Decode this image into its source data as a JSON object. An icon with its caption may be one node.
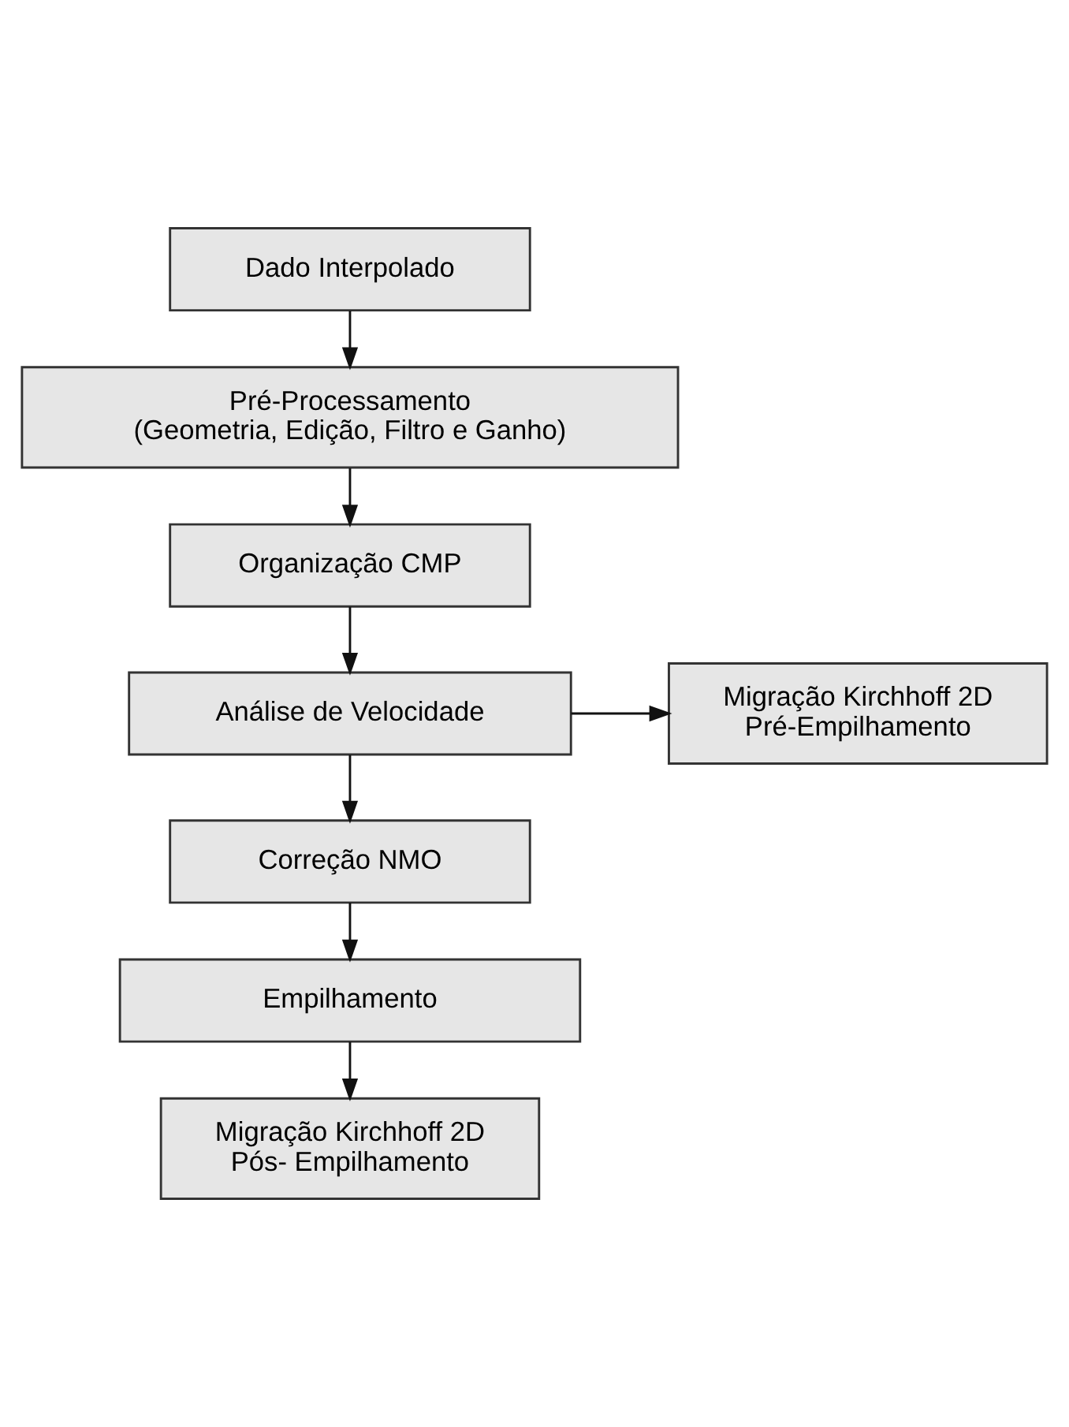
{
  "diagram": {
    "nodes": [
      {
        "text": [
          "Dado Interpolado"
        ]
      },
      {
        "text": [
          "Pré-Processamento (Geometria, Edição, Filtro e Ganho)"
        ]
      },
      {
        "text": [
          "Organização CMP"
        ]
      },
      {
        "text": [
          "Análise de Velocidade"
        ]
      },
      {
        "text": [
          "Migração Kirchhoff 2D Pré-Empilhamento"
        ]
      },
      {
        "text": [
          "Correção NMO"
        ]
      },
      {
        "text": [
          "Empilhamento"
        ]
      },
      {
        "text": [
          "Migração Kirchhoff 2D Pós- Empilhamento"
        ]
      }
    ],
    "edges": [
      {
        "from": 0,
        "to": 1,
        "arrow": "to"
      },
      {
        "from": 1,
        "to": 2,
        "arrow": "to"
      },
      {
        "from": 2,
        "to": 3,
        "arrow": "to"
      },
      {
        "from": 3,
        "to": 4,
        "arrow": "to"
      },
      {
        "from": 3,
        "to": 5,
        "arrow": "to"
      },
      {
        "from": 5,
        "to": 6,
        "arrow": "to"
      },
      {
        "from": 6,
        "to": 7,
        "arrow": "to"
      }
    ]
  }
}
